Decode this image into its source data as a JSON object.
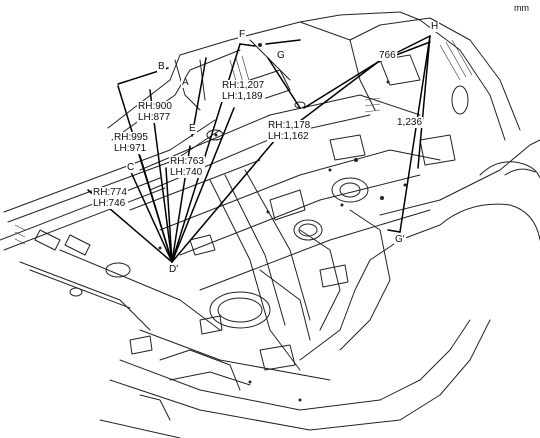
{
  "unit": "mm",
  "points": {
    "A": "A",
    "B": "B",
    "C": "C",
    "D_prime": "D'",
    "E": "E",
    "F": "F",
    "G": "G",
    "G_prime": "G'",
    "H": "H"
  },
  "dimensions": {
    "rh900": "RH:900",
    "lh877": "LH:877",
    "rh995": "RH:995",
    "lh971": "LH:971",
    "rh774": "RH:774",
    "lh746": "LH:746",
    "rh763": "RH:763",
    "lh740": "LH:740",
    "rh1207": "RH:1,207",
    "lh1189": "LH:1,189",
    "rh1178": "RH:1,178",
    "lh1162": "LH:1,162",
    "d766": "766",
    "d1236": "1,236"
  }
}
